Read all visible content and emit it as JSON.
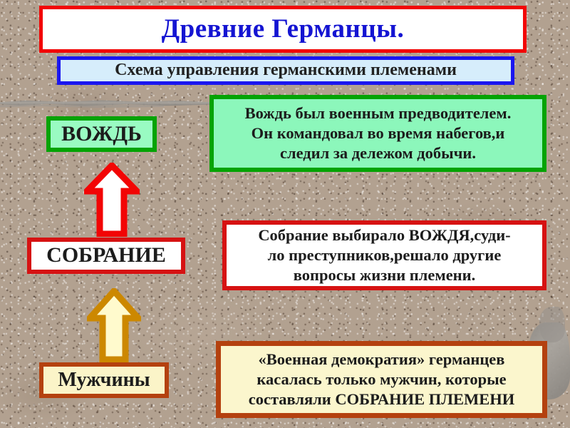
{
  "slide": {
    "title": "Древние Германцы.",
    "subtitle": "Схема управления германскими племенами"
  },
  "diagram": {
    "nodes": [
      {
        "id": "chief",
        "label": "ВОЖДЬ",
        "border_color": "#04a304",
        "fill_color": "#99fbc2"
      },
      {
        "id": "assembly",
        "label": "СОБРАНИЕ",
        "border_color": "#d61212",
        "fill_color": "#ffffff"
      },
      {
        "id": "men",
        "label": "Мужчины",
        "border_color": "#b4410f",
        "fill_color": "#fbf4c8"
      }
    ],
    "descriptions": [
      {
        "id": "chief-description",
        "lines": [
          "Вождь был военным предводителем.",
          "Он командовал во время набегов,и",
          "следил за дележом добычи."
        ],
        "border_color": "#04a304",
        "fill_color": "#8cf7bb"
      },
      {
        "id": "assembly-description",
        "lines": [
          "Собрание выбирало ВОЖДЯ,суди-",
          "ло преступников,решало другие",
          "вопросы жизни племени."
        ],
        "border_color": "#d61212",
        "fill_color": "#ffffff"
      },
      {
        "id": "men-description",
        "lines": [
          "«Военная демократия» германцев",
          "касалась только мужчин, которые",
          "составляли СОБРАНИЕ ПЛЕМЕНИ"
        ],
        "border_color": "#b4410f",
        "fill_color": "#fbf6cd"
      }
    ],
    "arrows": [
      {
        "id": "arrow-men-to-assembly",
        "icon": "up-arrow-icon",
        "direction": "up",
        "fill_color": "#fffacd",
        "border_color": "#cc8800"
      },
      {
        "id": "arrow-assembly-to-chief",
        "icon": "up-arrow-icon",
        "direction": "up",
        "fill_color": "#ffffff",
        "border_color": "#f20505"
      }
    ]
  },
  "colors": {
    "background": "#b2a190",
    "title_text": "#1414d2",
    "title_border": "#f20505",
    "subtitle_border": "#1a16f0",
    "subtitle_fill": "#d6edfb"
  }
}
